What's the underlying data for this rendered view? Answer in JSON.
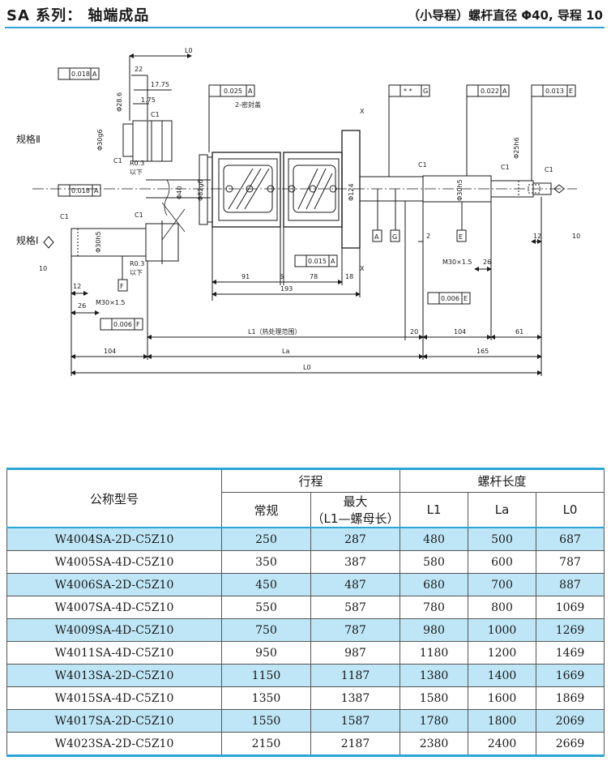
{
  "header": {
    "title": "SA 系列： 轴端成品",
    "subtitle": "（小导程）螺杆直径 Φ40, 导程 10"
  },
  "drawing": {
    "spec2_label": "规格Ⅱ",
    "spec1_label": "规格Ⅰ",
    "tolerance_frames": {
      "f018_top": "0.018",
      "f018_top_ref": "A",
      "f025": "0.025",
      "f025_ref": "A",
      "fstar": "* *",
      "fstar_ref": "G",
      "f022": "0.022",
      "f022_ref": "A",
      "f013": "0.013",
      "f013_ref": "E",
      "f018_left": "0.018",
      "f018_left_ref": "A",
      "f015": "0.015",
      "f015_ref": "A",
      "f006_right": "0.006",
      "f006_right_ref": "E",
      "f006_left": "0.006",
      "f006_left_ref": "F"
    },
    "datums": {
      "a": "A",
      "g": "G",
      "e": "E",
      "f": "F"
    },
    "labels": {
      "seal": "2-密封盖",
      "x_top": "X",
      "x_bottom": "X",
      "c1_a": "C1",
      "c1_b": "C1",
      "c1_c": "C1",
      "c1_d": "C1",
      "c1_e": "C1",
      "c1_f": "C1",
      "c1_g": "C1",
      "r03_a": "R0.3",
      "below_a": "以下",
      "r03_b": "R0.3",
      "below_b": "以下",
      "m30_left": "M30×1.5",
      "m30_right": "M30×1.5"
    },
    "diameters": {
      "d286": "Φ28.6",
      "d30g6": "Φ30g6",
      "d40": "Φ40",
      "d82g6": "Φ82g6",
      "d124": "Φ124",
      "d30h5_right": "Φ30h5",
      "d25h6": "Φ25h6",
      "d30h5_left": "Φ30h5"
    },
    "dims": {
      "l0_top": "L0",
      "d22": "22",
      "d1775": "17.75",
      "d175": "1.75",
      "d91": "91",
      "d6": "6",
      "d78": "78",
      "d18": "18",
      "d193": "193",
      "d2": "2",
      "d26_right": "26",
      "d12_right": "12",
      "d10_right": "10",
      "d12_left": "12",
      "d26_left": "26",
      "d10_left": "10",
      "l1": "L1（热处理范围）",
      "d20": "20",
      "d104_right": "104",
      "d61": "61",
      "d104_left": "104",
      "la": "La",
      "d165": "165",
      "l0_bottom": "L0"
    }
  },
  "table": {
    "headers": {
      "model": "公称型号",
      "stroke": "行程",
      "normal": "常规",
      "max_line1": "最大",
      "max_line2": "（L1—螺母长）",
      "length": "螺杆长度",
      "l1": "L1",
      "la": "La",
      "l0": "L0"
    },
    "rows": [
      {
        "model": "W4004SA-2D-C5Z10",
        "normal": "250",
        "max": "287",
        "l1": "480",
        "la": "500",
        "l0": "687"
      },
      {
        "model": "W4005SA-4D-C5Z10",
        "normal": "350",
        "max": "387",
        "l1": "580",
        "la": "600",
        "l0": "787"
      },
      {
        "model": "W4006SA-2D-C5Z10",
        "normal": "450",
        "max": "487",
        "l1": "680",
        "la": "700",
        "l0": "887"
      },
      {
        "model": "W4007SA-4D-C5Z10",
        "normal": "550",
        "max": "587",
        "l1": "780",
        "la": "800",
        "l0": "1069"
      },
      {
        "model": "W4009SA-4D-C5Z10",
        "normal": "750",
        "max": "787",
        "l1": "980",
        "la": "1000",
        "l0": "1269"
      },
      {
        "model": "W4011SA-4D-C5Z10",
        "normal": "950",
        "max": "987",
        "l1": "1180",
        "la": "1200",
        "l0": "1469"
      },
      {
        "model": "W4013SA-2D-C5Z10",
        "normal": "1150",
        "max": "1187",
        "l1": "1380",
        "la": "1400",
        "l0": "1669"
      },
      {
        "model": "W4015SA-4D-C5Z10",
        "normal": "1350",
        "max": "1387",
        "l1": "1580",
        "la": "1600",
        "l0": "1869"
      },
      {
        "model": "W4017SA-2D-C5Z10",
        "normal": "1550",
        "max": "1587",
        "l1": "1780",
        "la": "1800",
        "l0": "2069"
      },
      {
        "model": "W4023SA-2D-C5Z10",
        "normal": "2150",
        "max": "2187",
        "l1": "2380",
        "la": "2400",
        "l0": "2669"
      }
    ]
  }
}
